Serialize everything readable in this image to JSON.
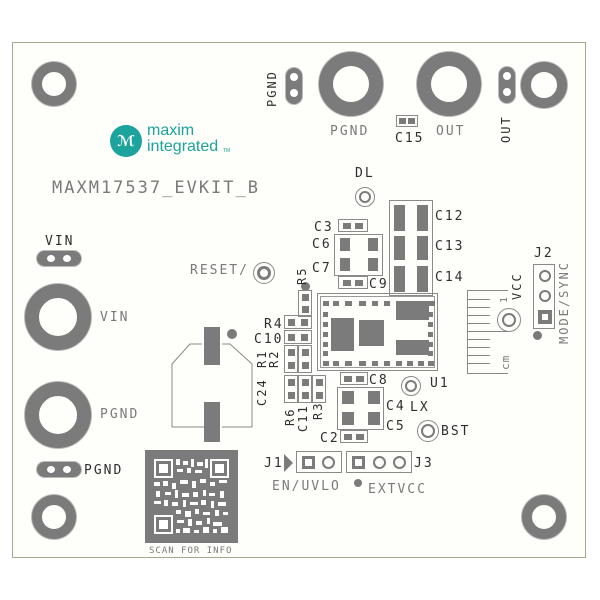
{
  "board": {
    "name": "MAXM17537_EVKIT_B",
    "logo": {
      "line1": "maxim",
      "line2": "integrated",
      "tm": "TM",
      "color": "#1ba39c"
    },
    "colors": {
      "silk": "#2e2e2e",
      "silk_light": "#7a7a7a",
      "copper": "#7b7b7b",
      "outline": "#a8a890"
    }
  },
  "labels": {
    "pgnd_top_vertical": "PGND",
    "pgnd_post": "PGND",
    "out_post": "OUT",
    "out_vertical": "OUT",
    "c15": "C15",
    "dl": "DL",
    "reset": "RESET/",
    "vin_header": "VIN",
    "vin_post": "VIN",
    "pgnd_left_post": "PGND",
    "pgnd_left_header": "PGND",
    "c3": "C3",
    "c6": "C6",
    "c7": "C7",
    "c9": "C9",
    "c12": "C12",
    "c13": "C13",
    "c14": "C14",
    "r5": "R5",
    "r4": "R4",
    "c10": "C10",
    "r1": "R1",
    "r2": "R2",
    "c24": "C24",
    "r6": "R6",
    "c11": "C11",
    "r3": "R3",
    "c8": "C8",
    "c4": "C4",
    "c5": "C5",
    "c2": "C2",
    "u1": "U1",
    "lx": "LX",
    "bst": "BST",
    "j2": "J2",
    "mode_sync": "MODE/SYNC",
    "vcc": "VCC",
    "pin1": "1",
    "cm": "cm",
    "j1": "J1",
    "j3": "J3",
    "en_uvlo": "EN/UVLO",
    "extvcc": "EXTVCC",
    "scan": "SCAN FOR INFO"
  }
}
